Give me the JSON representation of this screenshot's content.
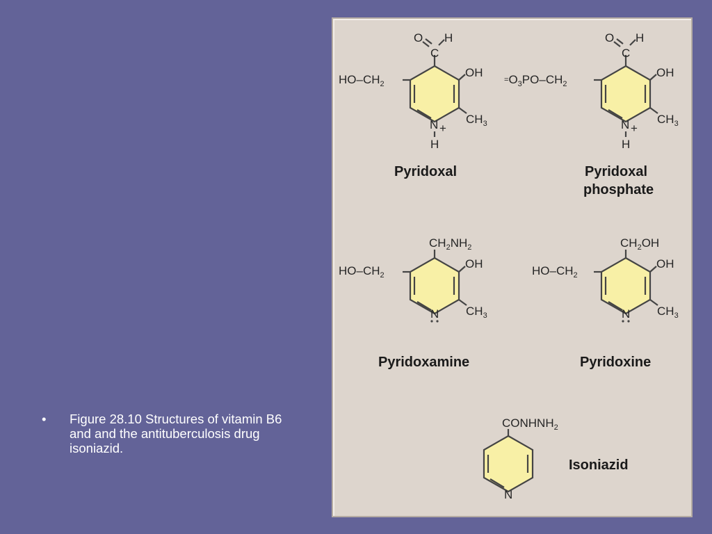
{
  "caption": {
    "bullet": "•",
    "text": "Figure 28.10 Structures of vitamin B6 and and the antituberculosis drug isoniazid."
  },
  "molecules": {
    "pyridoxal": {
      "name": "Pyridoxal",
      "o": "O",
      "h_top": "H",
      "c": "C",
      "oh": "OH",
      "left_ho": "HO–CH",
      "left_sub": "2",
      "ch3": "CH",
      "ch3_sub": "3",
      "n": "N",
      "n_charge": "+",
      "h_bottom": "H"
    },
    "pyridoxal_phosphate": {
      "name_line1": "Pyridoxal",
      "name_line2": "phosphate",
      "o": "O",
      "h_top": "H",
      "c": "C",
      "oh": "OH",
      "left_charge": "=",
      "left_a": "O",
      "left_a_sub": "3",
      "left_b": "PO–CH",
      "left_sub": "2",
      "ch3": "CH",
      "ch3_sub": "3",
      "n": "N",
      "n_charge": "+",
      "h_bottom": "H"
    },
    "pyridoxamine": {
      "name": "Pyridoxamine",
      "top_a": "CH",
      "top_a_sub": "2",
      "top_b": "NH",
      "top_b_sub": "2",
      "oh": "OH",
      "left_ho": "HO–CH",
      "left_sub": "2",
      "ch3": "CH",
      "ch3_sub": "3",
      "n": "N"
    },
    "pyridoxine": {
      "name": "Pyridoxine",
      "top_a": "CH",
      "top_a_sub": "2",
      "top_b": "OH",
      "oh": "OH",
      "left_ho": "HO–CH",
      "left_sub": "2",
      "ch3": "CH",
      "ch3_sub": "3",
      "n": "N"
    },
    "isoniazid": {
      "name": "Isoniazid",
      "top": "CONHNH",
      "top_sub": "2",
      "n": "N"
    }
  },
  "colors": {
    "background": "#636398",
    "panel": "#ddd5cd",
    "ring_fill": "#f8f0a6"
  }
}
